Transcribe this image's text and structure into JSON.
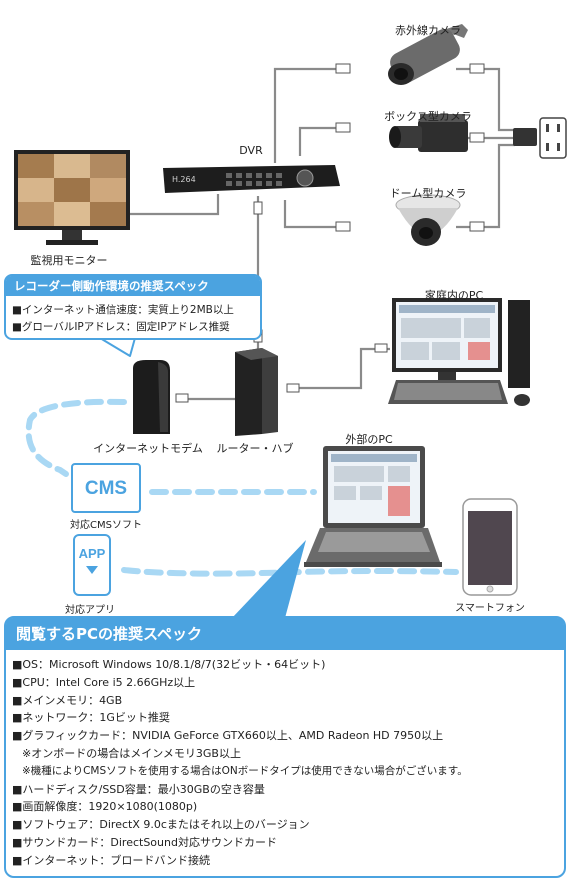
{
  "devices": {
    "ir_camera": "赤外線カメラ",
    "box_camera": "ボックス型カメラ",
    "dome_camera": "ドーム型カメラ",
    "dvr": "DVR",
    "monitor": "監視用モニター",
    "home_pc": "家庭内のPC",
    "modem": "インターネットモデム",
    "router": "ルーター・ハブ",
    "external_pc": "外部のPC",
    "cms_soft": "対応CMSソフト",
    "app": "対応アプリ",
    "smartphone": "スマートフォン",
    "cms_icon_text": "CMS",
    "app_icon_text": "APP",
    "dvr_brand": "H.264"
  },
  "recorder_spec": {
    "title": "レコーダー側動作環境の推奨スペック",
    "items": [
      "■インターネット通信速度：実質上り2MB以上",
      "■グローバルIPアドレス：固定IPアドレス推奨"
    ]
  },
  "viewing_spec": {
    "title": "閲覧するPCの推奨スペック",
    "items": [
      "■OS：Microsoft Windows 10/8.1/8/7(32ビット・64ビット)",
      "■CPU：Intel Core i5 2.66GHz以上",
      "■メインメモリ：4GB",
      "■ネットワーク：1Gビット推奨",
      "■グラフィックカード：NVIDIA GeForce GTX660以上、AMD Radeon HD 7950以上",
      "※オンボードの場合はメインメモリ3GB以上",
      "※機種によりCMSソフトを使用する場合はONボードタイプは使用できない場合がございます。",
      "■ハードディスク/SSD容量：最小30GBの空き容量",
      "■画面解像度：1920×1080(1080p)",
      "■ソフトウェア：DirectX 9.0cまたはそれ以上のバージョン",
      "■サウンドカード：DirectSound対応サウンドカード",
      "■インターネット：ブロードバンド接続"
    ]
  },
  "colors": {
    "accent": "#4ba3e0",
    "dashed_link": "#a9d8f4",
    "cable": "#8a8a8a"
  }
}
